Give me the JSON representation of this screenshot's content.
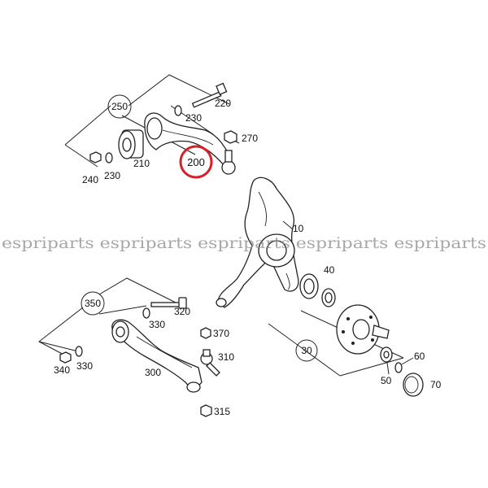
{
  "diagram": {
    "labels": {
      "p10": "10",
      "p30": "30",
      "p40": "40",
      "p50": "50",
      "p60": "60",
      "p70": "70",
      "p200": "200",
      "p210": "210",
      "p220": "220",
      "p230a": "230",
      "p230b": "230",
      "p240": "240",
      "p250": "250",
      "p270": "270",
      "p300": "300",
      "p310": "310",
      "p315": "315",
      "p320": "320",
      "p330a": "330",
      "p330b": "330",
      "p340": "340",
      "p350": "350",
      "p370": "370"
    },
    "highlight_color": "#d8202a",
    "watermark": "espriparts espriparts espriparts espriparts espriparts"
  }
}
